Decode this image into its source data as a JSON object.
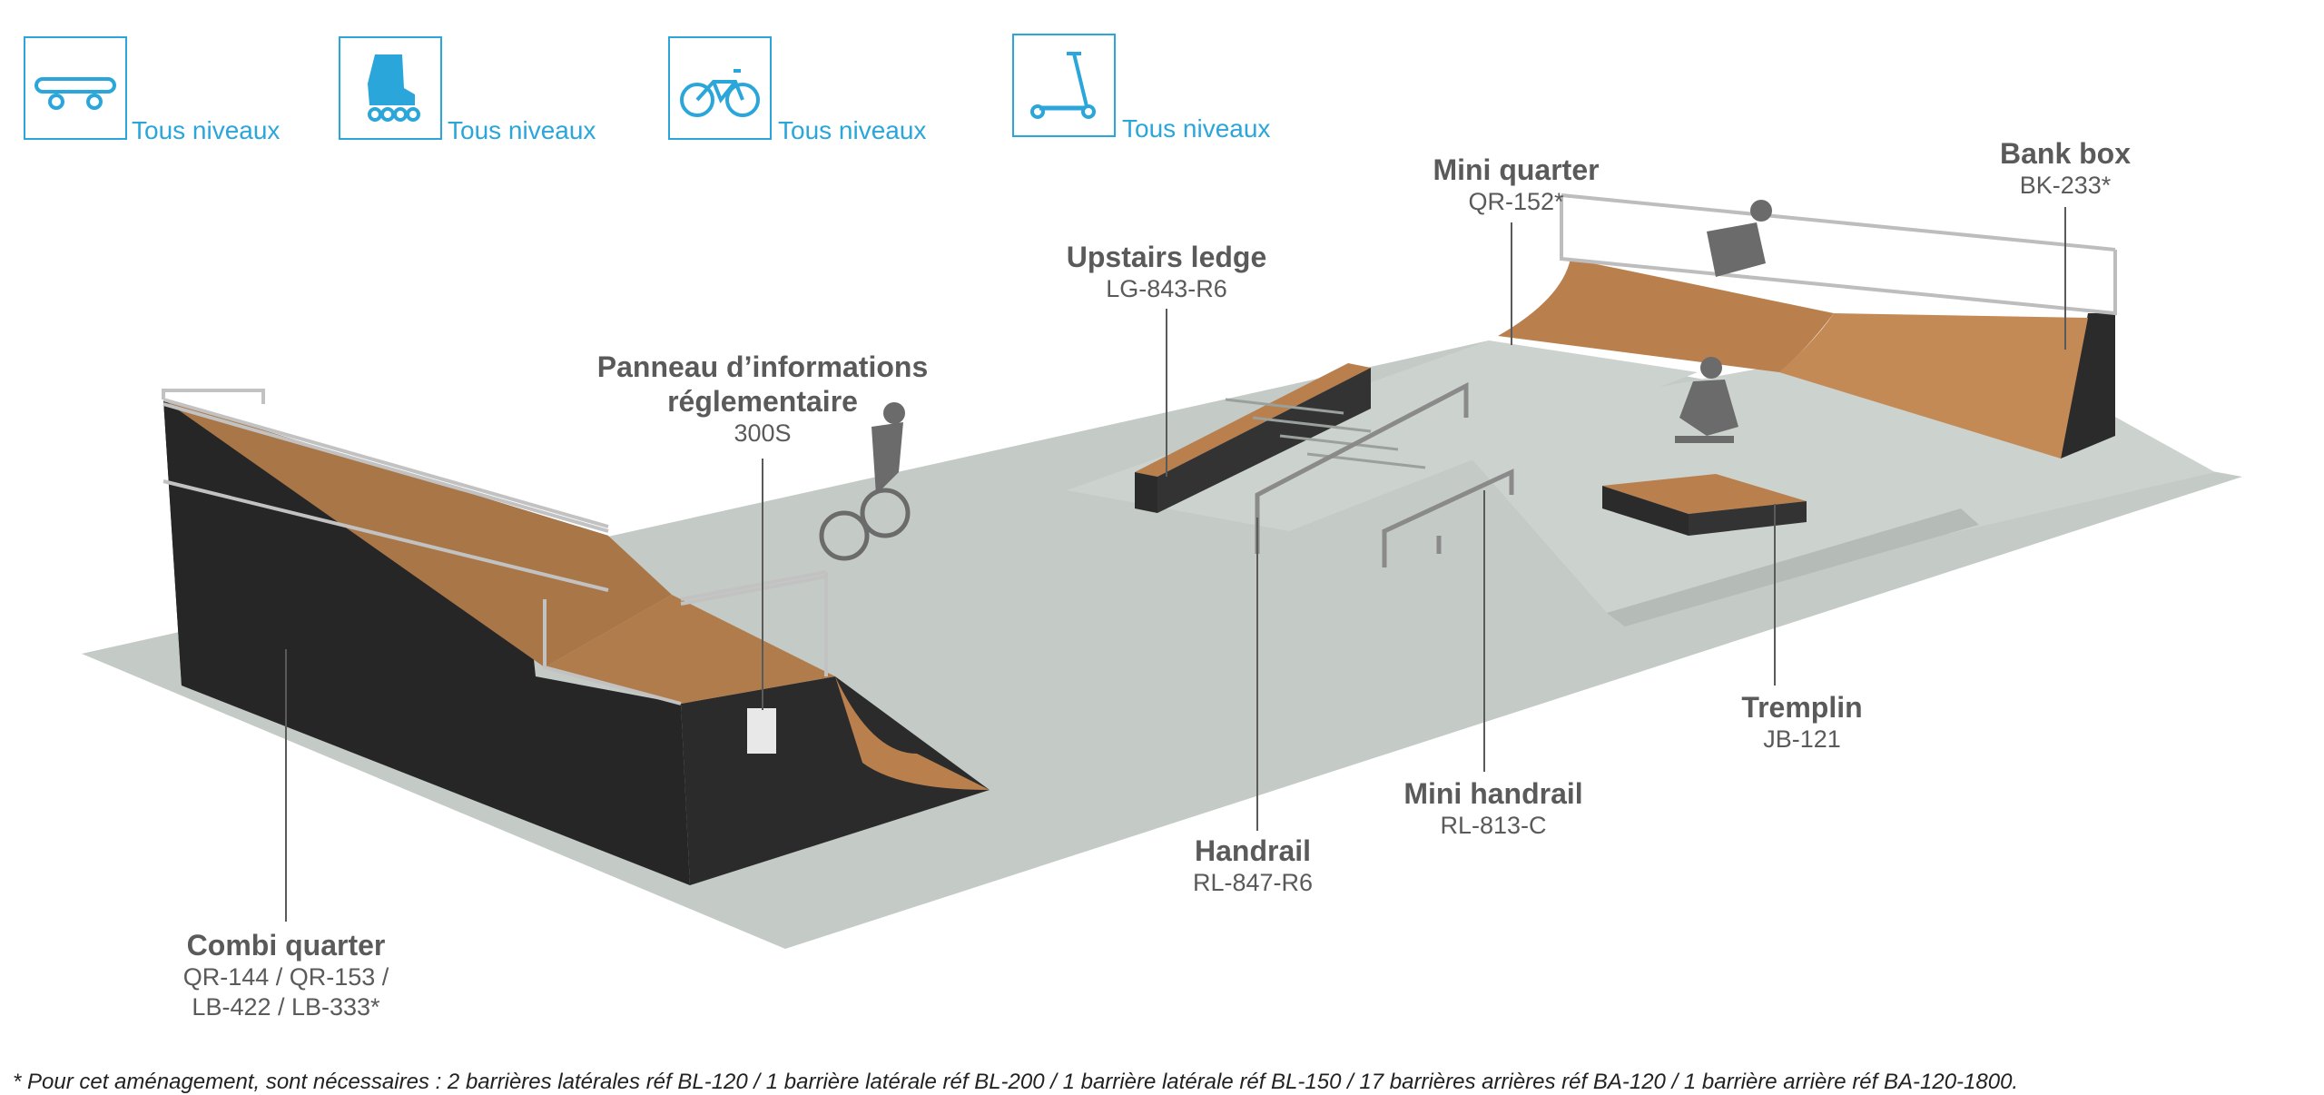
{
  "disciplines": [
    {
      "icon": "skateboard-icon",
      "label": "Tous niveaux"
    },
    {
      "icon": "roller-skate-icon",
      "label": "Tous niveaux"
    },
    {
      "icon": "bmx-bike-icon",
      "label": "Tous niveaux"
    },
    {
      "icon": "scooter-icon",
      "label": "Tous niveaux"
    }
  ],
  "callouts": {
    "combi_quarter": {
      "name": "Combi quarter",
      "ref1": "QR-144 / QR-153 /",
      "ref2": "LB-422 / LB-333*"
    },
    "panneau": {
      "name1": "Panneau d’informations",
      "name2": "réglementaire",
      "ref": "300S"
    },
    "upstairs_ledge": {
      "name": "Upstairs ledge",
      "ref": "LG-843-R6"
    },
    "mini_quarter": {
      "name": "Mini quarter",
      "ref": "QR-152*"
    },
    "bank_box": {
      "name": "Bank box",
      "ref": "BK-233*"
    },
    "tremplin": {
      "name": "Tremplin",
      "ref": "JB-121"
    },
    "mini_handrail": {
      "name": "Mini handrail",
      "ref": "RL-813-C"
    },
    "handrail": {
      "name": "Handrail",
      "ref": "RL-847-R6"
    }
  },
  "footnote": "* Pour cet aménagement, sont nécessaires : 2 barrières latérales réf BL-120 / 1 barrière latérale réf BL-200 / 1 barrière latérale réf BL-150 / 17 barrières arrières réf BA-120 / 1 barrière arrière réf BA-120-1800.",
  "colors": {
    "accent": "#2aa6db",
    "concrete": "#c4cac6",
    "wood": "#b97f4d",
    "wall": "#2b2b2b",
    "text": "#5a5a5a"
  }
}
